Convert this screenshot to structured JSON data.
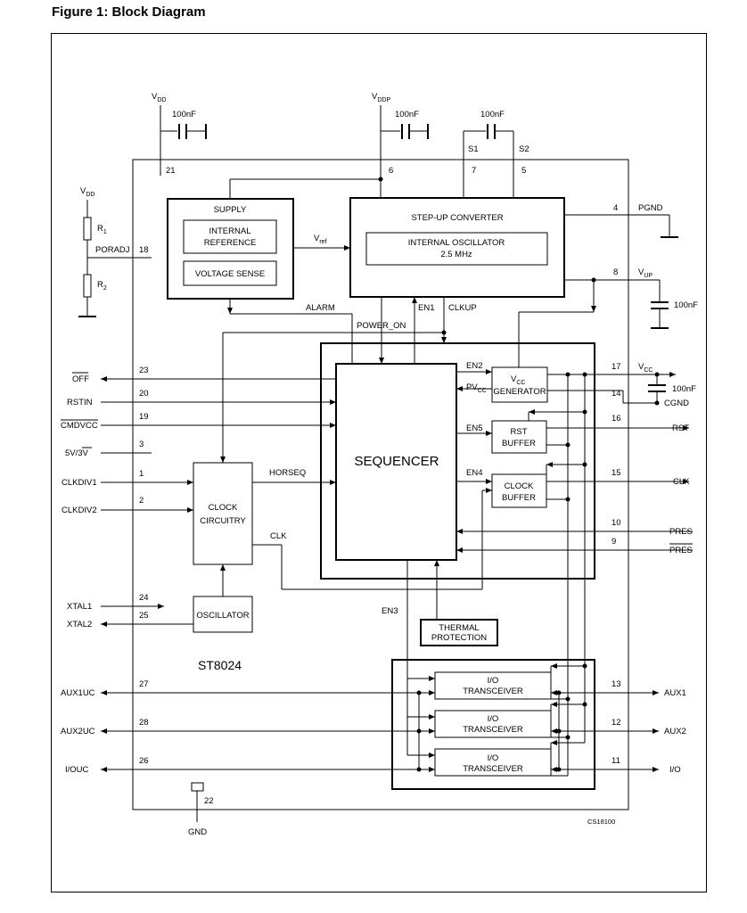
{
  "figure": {
    "title": "Figure 1: Block Diagram",
    "chip_name": "ST8024",
    "doc_code": "CS18100"
  },
  "blocks": {
    "supply": "SUPPLY",
    "internal_reference": [
      "INTERNAL",
      "REFERENCE"
    ],
    "voltage_sense": "VOLTAGE SENSE",
    "step_up": "STEP-UP CONVERTER",
    "internal_osc": [
      "INTERNAL OSCILLATOR",
      "2.5 MHz"
    ],
    "sequencer": "SEQUENCER",
    "vcc_gen": [
      "V",
      "CC",
      "GENERATOR"
    ],
    "rst_buffer": [
      "RST",
      "BUFFER"
    ],
    "clock_buffer": [
      "CLOCK",
      "BUFFER"
    ],
    "clock_circuitry": [
      "CLOCK",
      "CIRCUITRY"
    ],
    "oscillator": "OSCILLATOR",
    "thermal": [
      "THERMAL",
      "PROTECTION"
    ],
    "io_transceiver": [
      "I/O",
      "TRANSCEIVER"
    ]
  },
  "caps": {
    "c1": "100nF",
    "c2": "100nF",
    "c3": "100nF",
    "c4": "100nF",
    "c5": "100nF"
  },
  "supplies": {
    "vdd_top": [
      "V",
      "DD"
    ],
    "vddp": [
      "V",
      "DDP"
    ],
    "vdd_left": [
      "V",
      "DD"
    ],
    "vup": [
      "V",
      "UP"
    ],
    "vcc_out": [
      "V",
      "CC"
    ],
    "vref": [
      "V",
      "ref"
    ]
  },
  "resistors": {
    "r1": [
      "R",
      "1"
    ],
    "r2": [
      "R",
      "2"
    ]
  },
  "internal_signals": {
    "alarm": "ALARM",
    "power_on": "POWER_ON",
    "en1": "EN1",
    "clkup": "CLKUP",
    "en2": "EN2",
    "pvcc": [
      "PV",
      "CC"
    ],
    "en5": "EN5",
    "en4": "EN4",
    "en3": "EN3",
    "horseq": "HORSEQ",
    "clk": "CLK",
    "s1": "S1",
    "s2": "S2"
  },
  "pins": [
    {
      "num": "21"
    },
    {
      "num": "6"
    },
    {
      "num": "7"
    },
    {
      "num": "5"
    },
    {
      "num": "4",
      "name": "PGND"
    },
    {
      "num": "18",
      "name": "PORADJ"
    },
    {
      "num": "8"
    },
    {
      "num": "23",
      "name": "OFF"
    },
    {
      "num": "20",
      "name": "RSTIN"
    },
    {
      "num": "19",
      "name": "CMDVCC"
    },
    {
      "num": "3",
      "name": [
        "5V/",
        "3V"
      ]
    },
    {
      "num": "1",
      "name": "CLKDIV1"
    },
    {
      "num": "2",
      "name": "CLKDIV2"
    },
    {
      "num": "24",
      "name": "XTAL1"
    },
    {
      "num": "25",
      "name": "XTAL2"
    },
    {
      "num": "27",
      "name": "AUX1UC"
    },
    {
      "num": "28",
      "name": "AUX2UC"
    },
    {
      "num": "26",
      "name": "I/OUC"
    },
    {
      "num": "22",
      "name": "GND"
    },
    {
      "num": "17"
    },
    {
      "num": "14",
      "name": "CGND"
    },
    {
      "num": "16",
      "name": "RST"
    },
    {
      "num": "15",
      "name": "CLK"
    },
    {
      "num": "10",
      "name": "PRES"
    },
    {
      "num": "9",
      "name": "PRES"
    },
    {
      "num": "13",
      "name": "AUX1"
    },
    {
      "num": "12",
      "name": "AUX2"
    },
    {
      "num": "11",
      "name": "I/O"
    }
  ]
}
